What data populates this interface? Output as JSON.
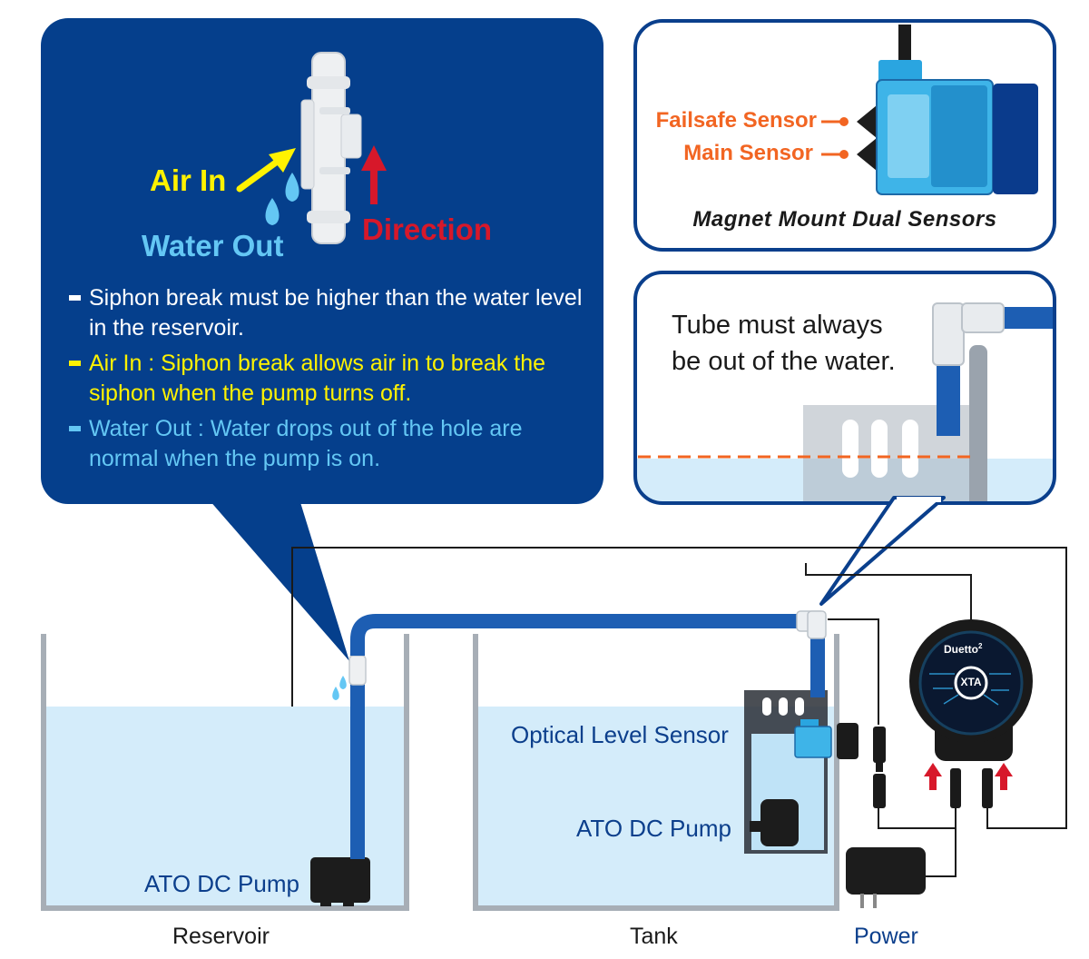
{
  "callout": {
    "air_in": "Air In",
    "water_out": "Water Out",
    "direction": "Direction",
    "notes": [
      "Siphon break must be higher than the water level in the reservoir.",
      "Air In : Siphon break allows air in to break the siphon when the pump turns off.",
      "Water Out : Water drops out of the hole are normal when the pump is on."
    ]
  },
  "sensor_box": {
    "failsafe_label": "Failsafe Sensor",
    "main_label": "Main Sensor",
    "caption": "Magnet Mount Dual Sensors"
  },
  "tube_box": {
    "note_line1": "Tube must always",
    "note_line2": "be out of the water."
  },
  "labels": {
    "reservoir_pump": "ATO DC Pump",
    "optical_sensor": "Optical Level Sensor",
    "tank_pump": "ATO DC Pump",
    "reservoir": "Reservoir",
    "tank": "Tank",
    "power": "Power",
    "controller_brand": "Duetto",
    "controller_superscript": "2",
    "controller_logo": "XTA"
  },
  "colors": {
    "callout_bg": "#053f8c",
    "tube_blue": "#1d5eb3",
    "water": "#d4ecfa",
    "air_in": "#fff200",
    "water_out": "#64c7f4",
    "direction": "#d7182a",
    "sensor_label": "#f26522",
    "power_label": "#0c3f8c"
  }
}
